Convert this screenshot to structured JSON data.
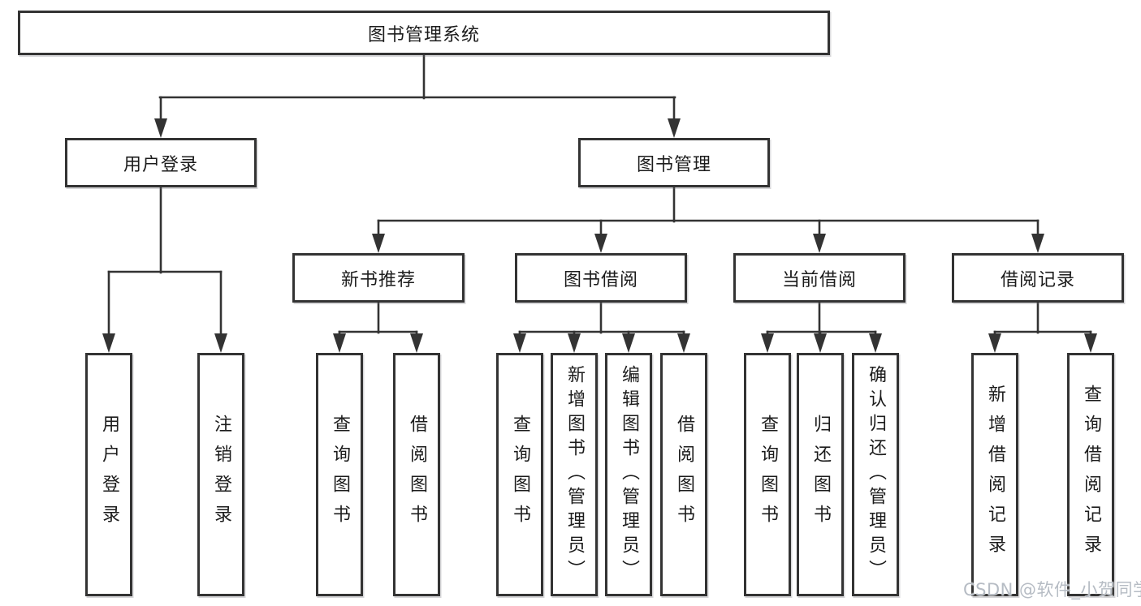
{
  "tree": {
    "root": "图书管理系统",
    "branches": [
      {
        "label": "用户登录",
        "children": [
          "用户登录",
          "注销登录"
        ]
      },
      {
        "label": "图书管理",
        "groups": [
          {
            "label": "新书推荐",
            "children": [
              "查询图书",
              "借阅图书"
            ]
          },
          {
            "label": "图书借阅",
            "children": [
              "查询图书",
              "新增图书（管理员）",
              "编辑图书（管理员）",
              "借阅图书"
            ]
          },
          {
            "label": "当前借阅",
            "children": [
              "查询图书",
              "归还图书",
              "确认归还（管理员）"
            ]
          },
          {
            "label": "借阅记录",
            "children": [
              "新增借阅记录",
              "查询借阅记录"
            ]
          }
        ]
      }
    ]
  },
  "watermark": "CSDN @软件_小贺同学",
  "colors": {
    "line": "#333333",
    "text": "#1c1c1c",
    "background": "#ffffff",
    "watermark": "#b6bcc4"
  }
}
